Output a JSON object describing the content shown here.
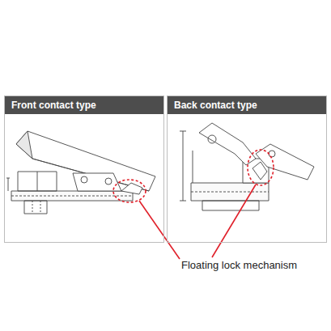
{
  "diagram": {
    "nodes": [
      {
        "text": [
          "Front contact type"
        ]
      },
      {
        "text": [
          "Back contact type"
        ]
      }
    ],
    "labels": [
      "Floating lock mechanism"
    ]
  }
}
